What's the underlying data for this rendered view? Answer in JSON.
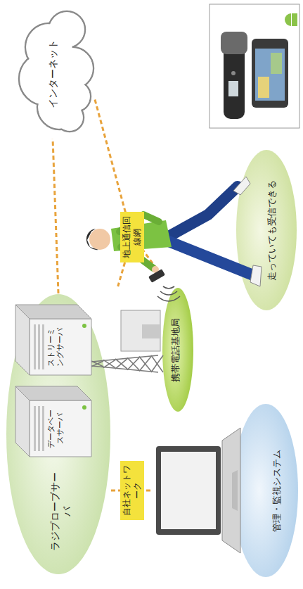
{
  "diagram": {
    "nodes": [
      {
        "text": [
          "ラジプローブサーバ"
        ]
      },
      {
        "text": [
          "データベースサーバ"
        ],
        "in": 0
      },
      {
        "text": [
          "ストリーミングサーバ"
        ],
        "in": 0
      },
      {
        "text": [
          "インターネット"
        ]
      },
      {
        "text": [
          "携帯電話基地局"
        ]
      },
      {
        "text": [
          "走っていても受信できる"
        ]
      },
      {
        "text": [
          "管理・監視システム"
        ]
      }
    ],
    "edges": [
      {
        "from": 0,
        "to": 3,
        "arrow": "none"
      },
      {
        "from": 3,
        "to": 4,
        "label": "地上通信回線網",
        "arrow": "none"
      },
      {
        "from": 0,
        "to": 6,
        "label": "自社ネットワーク",
        "arrow": "none"
      }
    ]
  }
}
